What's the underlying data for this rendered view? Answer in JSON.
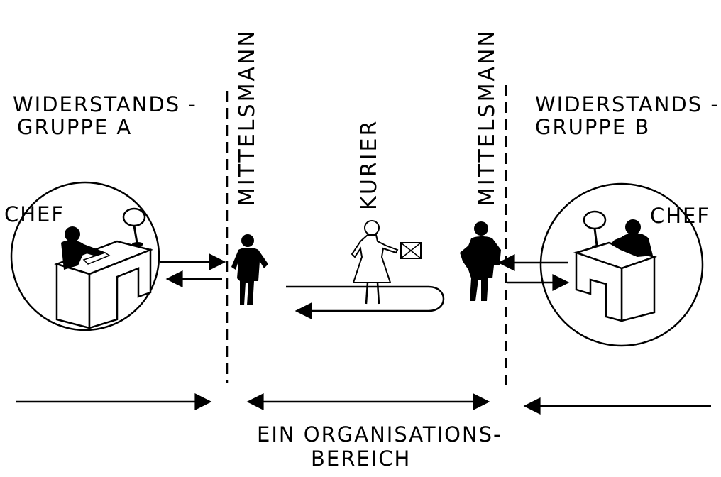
{
  "labels": {
    "group_a_line1": "WIDERSTANDS -",
    "group_a_line2": "GRUPPE   A",
    "group_b_line1": "WIDERSTANDS -",
    "group_b_line2": "GRUPPE   B",
    "chef_left": "CHEF",
    "chef_right": "CHEF",
    "middleman_left": "MITTELSMANN",
    "middleman_right": "MITTELSMANN",
    "courier": "KURIER",
    "scope_line1": "EIN ORGANISATIONS-",
    "scope_line2": "BEREICH"
  }
}
